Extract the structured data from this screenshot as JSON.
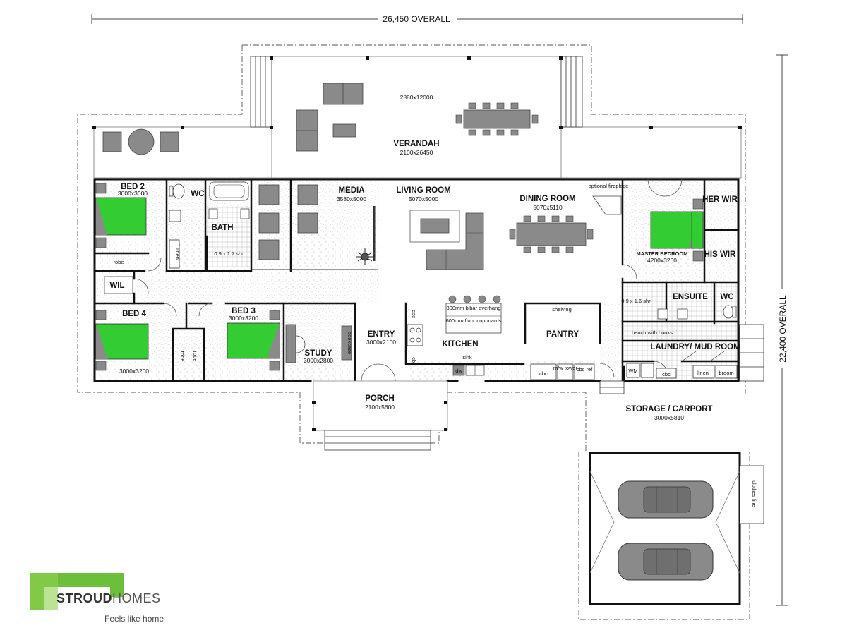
{
  "dimensions": {
    "overall_width": "26,450 OVERALL",
    "overall_depth": "22,400 OVERALL"
  },
  "rooms": {
    "verandah": {
      "name": "VERANDAH",
      "size": "2100x26450"
    },
    "verandah_top": {
      "size": "2880x12000"
    },
    "bed2": {
      "name": "BED 2",
      "size": "3000x3000"
    },
    "wc1": {
      "name": "WC"
    },
    "bath": {
      "name": "BATH",
      "shower": "0.9 x 1.7 shr"
    },
    "media": {
      "name": "MEDIA",
      "size": "3580x5000"
    },
    "living": {
      "name": "LIVING ROOM",
      "size": "5070x5000"
    },
    "dining": {
      "name": "DINING ROOM",
      "size": "5070x5110"
    },
    "master": {
      "name": "MASTER BEDROOM",
      "size": "4200x3200"
    },
    "her_wir": {
      "name": "HER WIR"
    },
    "his_wir": {
      "name": "HIS WIR"
    },
    "wil": {
      "name": "WIL"
    },
    "bed3": {
      "name": "BED 3",
      "size": "3000x3200"
    },
    "bed4": {
      "name": "BED 4",
      "size": "3000x3200"
    },
    "study": {
      "name": "STUDY",
      "size": "3000x2800"
    },
    "entry": {
      "name": "ENTRY",
      "size": "3000x2100"
    },
    "kitchen": {
      "name": "KITCHEN"
    },
    "pantry": {
      "name": "PANTRY"
    },
    "ensuite": {
      "name": "ENSUITE",
      "shower": "0.9 x 1.6 shr"
    },
    "wc2": {
      "name": "WC"
    },
    "laundry": {
      "name": "LAUNDRY/ MUD ROOM"
    },
    "porch": {
      "name": "PORCH",
      "size": "2100x5600"
    },
    "storage": {
      "name": "STORAGE / CARPORT",
      "size": "3000x5810"
    }
  },
  "labels": {
    "optional_fireplace": "optional fireplace",
    "robe": "robe",
    "linen": "linen",
    "shelving": "shelving",
    "bookcase": "bookcase",
    "bar_overhang": "300mm b'bar overhang",
    "floor_cupboards": "600mm floor cupboards",
    "sink": "sink",
    "dw": "dw",
    "cbc": "cbc",
    "mw_tower": "m/w tower",
    "cbc_ref": "cbc ref",
    "bench_hooks": "bench with hooks",
    "wm": "WM",
    "broom": "broom",
    "clothes_line": "clothes line"
  },
  "brand": {
    "name_bold": "STROUD",
    "name_thin": "HOMES",
    "tagline": "Feels like home",
    "logo_color": "#6cbf3a"
  },
  "colors": {
    "bed_green": "#33cc33",
    "furniture_grey": "#8a8a8a",
    "wall": "#111111"
  }
}
